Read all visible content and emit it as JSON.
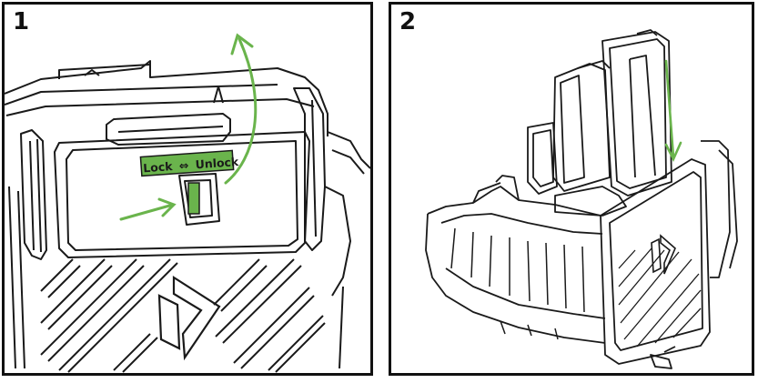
{
  "steps": [
    {
      "number": "1"
    },
    {
      "number": "2"
    }
  ],
  "latch_label": {
    "lock": "Lock",
    "arrow": "⇔",
    "unlock": "Unlock"
  },
  "colors": {
    "accent_green": "#6ab44c",
    "label_green": "#6ab44c",
    "line": "#1a1a1a"
  },
  "icons": [
    "arrow-right-icon",
    "curved-arrow-up-icon",
    "arrow-down-icon",
    "brand-logo-icon"
  ]
}
